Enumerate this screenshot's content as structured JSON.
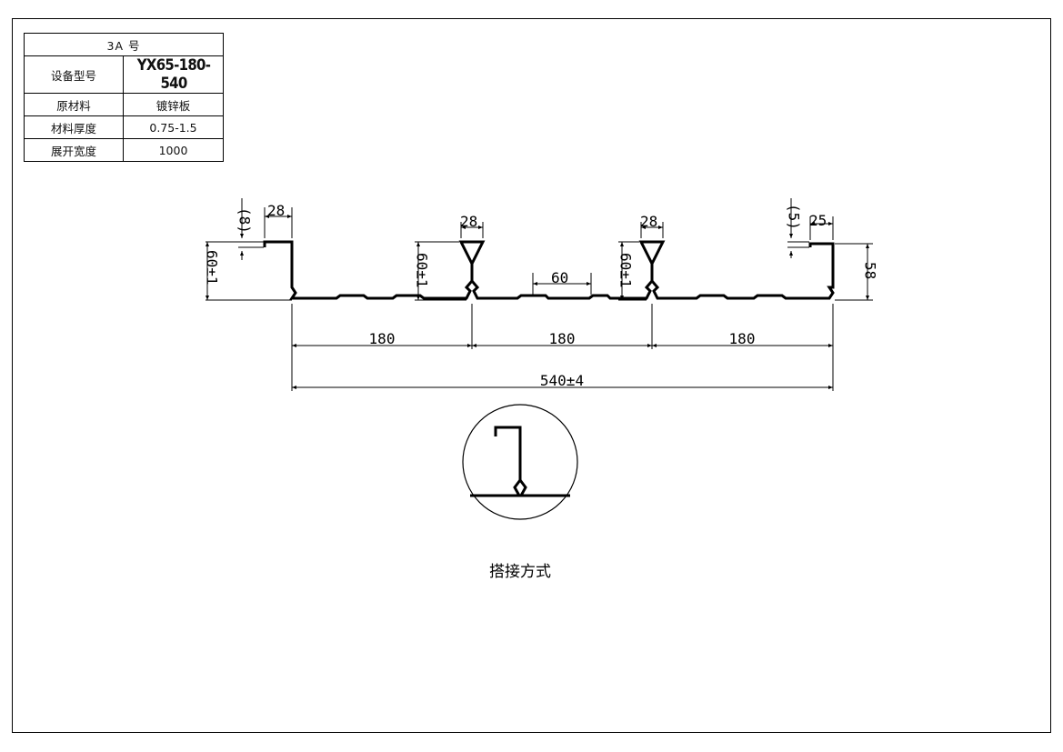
{
  "spec_table": {
    "title": "3A  号",
    "rows": [
      {
        "label": "设备型号",
        "value": "YX65-180-540"
      },
      {
        "label": "原材料",
        "value": "镀锌板"
      },
      {
        "label": "材料厚度",
        "value": "0.75-1.5"
      },
      {
        "label": "展开宽度",
        "value": "1000"
      }
    ]
  },
  "dimensions": {
    "lip_left": "(8)",
    "lip_left_width": "28",
    "height_left": "60±1",
    "rib1_top": "28",
    "height_rib1": "60±1",
    "pan_mid": "60",
    "rib2_top": "28",
    "height_rib2": "60±1",
    "lip_right": "(5)",
    "lip_right_width": "25",
    "height_right": "58",
    "span1": "180",
    "span2": "180",
    "span3": "180",
    "total_width": "540±4"
  },
  "detail": {
    "caption": "搭接方式"
  },
  "colors": {
    "line": "#000000",
    "background": "#ffffff"
  }
}
